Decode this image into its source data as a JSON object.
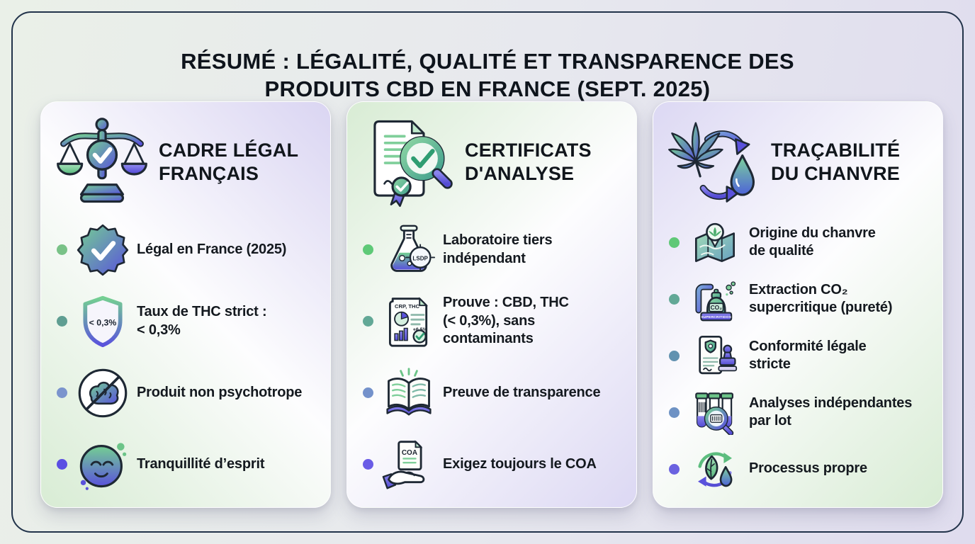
{
  "page": {
    "title": "RÉSUMÉ : LÉGALITÉ, QUALITÉ ET TRANSPARENCE DES\nPRODUITS CBD EN FRANCE (SEPT. 2025)",
    "colors": {
      "background_green": "#eaf0e8",
      "background_lavender": "#dfdcee",
      "frame_border": "#22334a",
      "text": "#12171d",
      "accent_green": "#5ec977",
      "accent_teal": "#62a896",
      "accent_blue": "#6e92c4",
      "accent_indigo": "#5a52dc"
    }
  },
  "cards": [
    {
      "title": "CADRE LÉGAL\nFRANÇAIS",
      "header_icon": "balance-scale-check-icon",
      "items": [
        {
          "icon": "verified-badge-icon",
          "bullet_color": "#79c287",
          "text": "Légal en France (2025)"
        },
        {
          "icon": "thc-shield-icon",
          "icon_label": "< 0,3%",
          "bullet_color": "#5f9e92",
          "text": "Taux de THC strict :\n< 0,3%"
        },
        {
          "icon": "no-psychotropic-brain-icon",
          "bullet_color": "#7b94cd",
          "text": "Produit non psychotrope"
        },
        {
          "icon": "calm-face-icon",
          "bullet_color": "#5b4fe3",
          "text": "Tranquillité d’esprit"
        }
      ]
    },
    {
      "title": "CERTIFICATS\nD'ANALYSE",
      "header_icon": "certificate-magnifier-icon",
      "items": [
        {
          "icon": "lab-flask-icon",
          "icon_label": "LSDP",
          "bullet_color": "#5ec977",
          "text": "Laboratoire tiers\nindépendant"
        },
        {
          "icon": "analysis-report-icon",
          "label_top": "CRP, THC",
          "label_pct": "+6.5%",
          "bullet_color": "#62a896",
          "text": "Prouve : CBD, THC\n(< 0,3%), sans\ncontaminants"
        },
        {
          "icon": "open-book-icon",
          "bullet_color": "#7492cb",
          "text": "Preuve de transparence"
        },
        {
          "icon": "coa-hand-icon",
          "icon_label": "COA",
          "bullet_color": "#6a5ce6",
          "text": "Exigez toujours le COA"
        }
      ]
    },
    {
      "title": "TRAÇABILITÉ\nDU CHANVRE",
      "header_icon": "hemp-cycle-droplet-icon",
      "items": [
        {
          "icon": "map-pin-leaf-icon",
          "bullet_color": "#5fc877",
          "text": "Origine du chanvre\nde qualité"
        },
        {
          "icon": "co2-extractor-icon",
          "label_co2": "CO₂",
          "label_band": "SUPERCRITIDOS",
          "bullet_color": "#62a896",
          "text": "Extraction CO₂\nsupercritique (pureté)"
        },
        {
          "icon": "stamped-document-icon",
          "bullet_color": "#6292b0",
          "text": "Conformité légale\nstricte"
        },
        {
          "icon": "test-tubes-magnifier-icon",
          "bullet_color": "#6e92c4",
          "text": "Analyses indépendantes\npar lot"
        },
        {
          "icon": "leaf-droplet-cycle-icon",
          "bullet_color": "#6a62e0",
          "text": "Processus propre"
        }
      ]
    }
  ]
}
